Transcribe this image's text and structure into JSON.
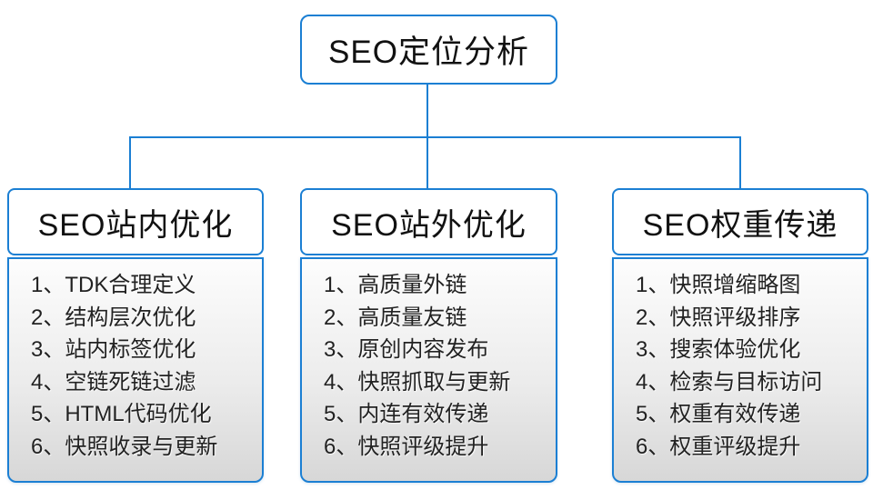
{
  "colors": {
    "accent": "#1b7fd3",
    "card_top": "#fdfdfd",
    "card_mid": "#ececec",
    "card_bottom": "#d7d7d7"
  },
  "root": {
    "title": "SEO定位分析"
  },
  "columns": [
    {
      "title": "SEO站内优化",
      "items": [
        "1、TDK合理定义",
        "2、结构层次优化",
        "3、站内标签优化",
        "4、空链死链过滤",
        "5、HTML代码优化",
        "6、快照收录与更新"
      ]
    },
    {
      "title": "SEO站外优化",
      "items": [
        "1、高质量外链",
        "2、高质量友链",
        "3、原创内容发布",
        "4、快照抓取与更新",
        "5、内连有效传递",
        "6、快照评级提升"
      ]
    },
    {
      "title": "SEO权重传递",
      "items": [
        "1、快照增缩略图",
        "2、快照评级排序",
        "3、搜索体验优化",
        "4、检索与目标访问",
        "5、权重有效传递",
        "6、权重评级提升"
      ]
    }
  ]
}
